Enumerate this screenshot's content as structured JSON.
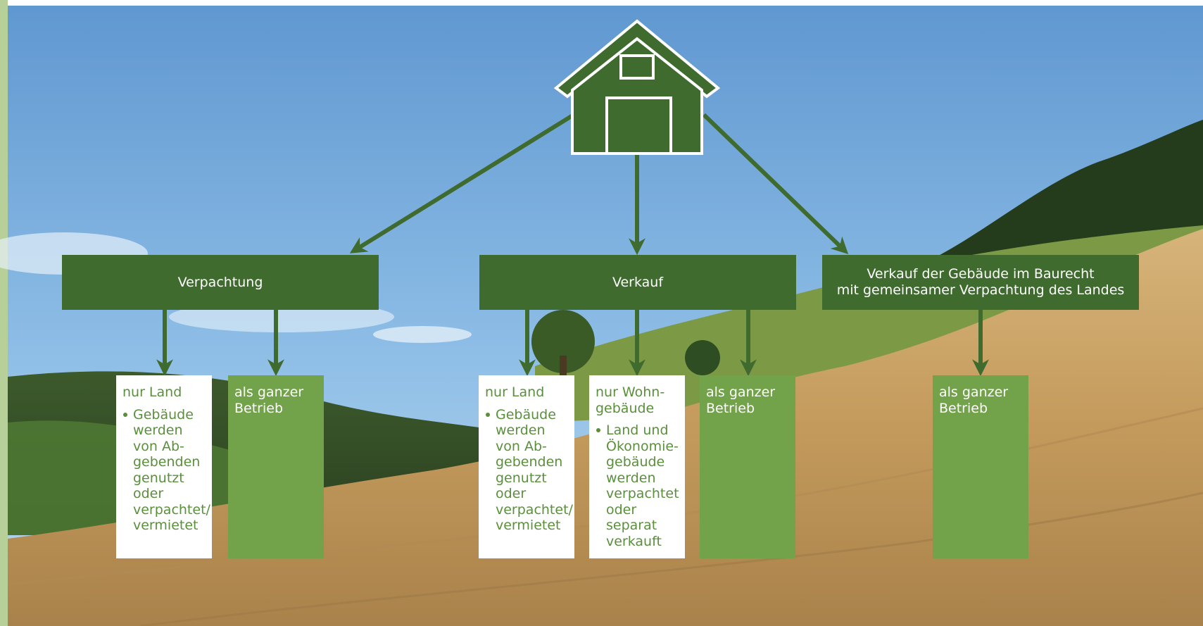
{
  "colors": {
    "header_box": "#3f6b2e",
    "arrow": "#3f6b2e",
    "leaf_green": "#72a24a",
    "leaf_white": "#ffffff",
    "leaf_text_green": "#5a8f3c",
    "house": "#3f6b2e",
    "sky": "#6aa4d6",
    "field": "#c9a469"
  },
  "root": {
    "icon": "barn-house-icon"
  },
  "branches": [
    {
      "title": "Verpachtung",
      "leaves": [
        {
          "style": "white",
          "title": "nur Land",
          "bullets": [
            "Gebäude\nwerden\nvon Ab-\ngebenden\ngenutzt\noder\nverpachtet/\nvermietet"
          ]
        },
        {
          "style": "green",
          "title": "als ganzer\nBetrieb",
          "bullets": []
        }
      ]
    },
    {
      "title": "Verkauf",
      "leaves": [
        {
          "style": "white",
          "title": "nur Land",
          "bullets": [
            "Gebäude\nwerden\nvon Ab-\ngebenden\ngenutzt\noder\nverpachtet/\nvermietet"
          ]
        },
        {
          "style": "white",
          "title": "nur Wohn-\ngebäude",
          "bullets": [
            "Land und\nÖkonomie-\ngebäude\nwerden\nverpachtet\noder\nseparat\nverkauft"
          ]
        },
        {
          "style": "green",
          "title": "als ganzer\nBetrieb",
          "bullets": []
        }
      ]
    },
    {
      "title": "Verkauf der Gebäude im Baurecht\nmit gemeinsamer Verpachtung des Landes",
      "leaves": [
        {
          "style": "green",
          "title": "als ganzer\nBetrieb",
          "bullets": []
        }
      ]
    }
  ]
}
